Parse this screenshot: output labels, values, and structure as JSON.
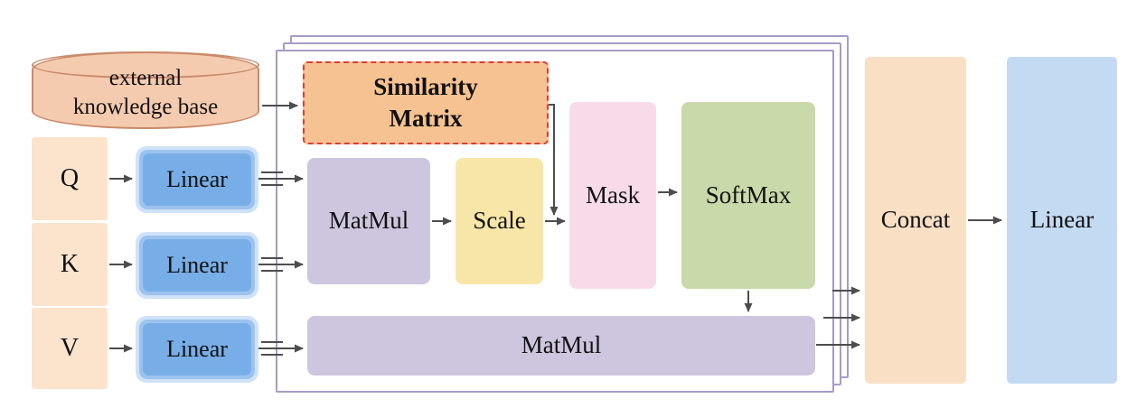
{
  "diagram": {
    "knowledge_base": {
      "label_line1": "external",
      "label_line2": "knowledge base"
    },
    "inputs": {
      "q": {
        "label": "Q",
        "linear_label": "Linear"
      },
      "k": {
        "label": "K",
        "linear_label": "Linear"
      },
      "v": {
        "label": "V",
        "linear_label": "Linear"
      }
    },
    "attention": {
      "similarity_matrix": {
        "line1": "Similarity",
        "line2": "Matrix"
      },
      "matmul1": "MatMul",
      "scale": "Scale",
      "mask": "Mask",
      "softmax": "SoftMax",
      "matmul2": "MatMul"
    },
    "output": {
      "concat": "Concat",
      "linear": "Linear"
    },
    "colors": {
      "peach_box": "#fbe3cc",
      "cylinder_fill": "#f5cbb0",
      "cylinder_border": "#c98a69",
      "sim_matrix_fill": "#f6c291",
      "sim_matrix_border": "#e03a3a",
      "linear_blue_inner": "#78aee7",
      "linear_blue_mid": "#9cc2ee",
      "linear_blue_outer": "#cfe2f8",
      "matmul_fill": "#cdc6de",
      "scale_fill": "#f8e6a8",
      "mask_fill": "#f8dbe9",
      "softmax_fill": "#c9d9a9",
      "concat_fill": "#f9dfc4",
      "final_linear_fill": "#c3daf2",
      "container_border": "#a79bc7",
      "arrow": "#4d4d4d"
    }
  }
}
